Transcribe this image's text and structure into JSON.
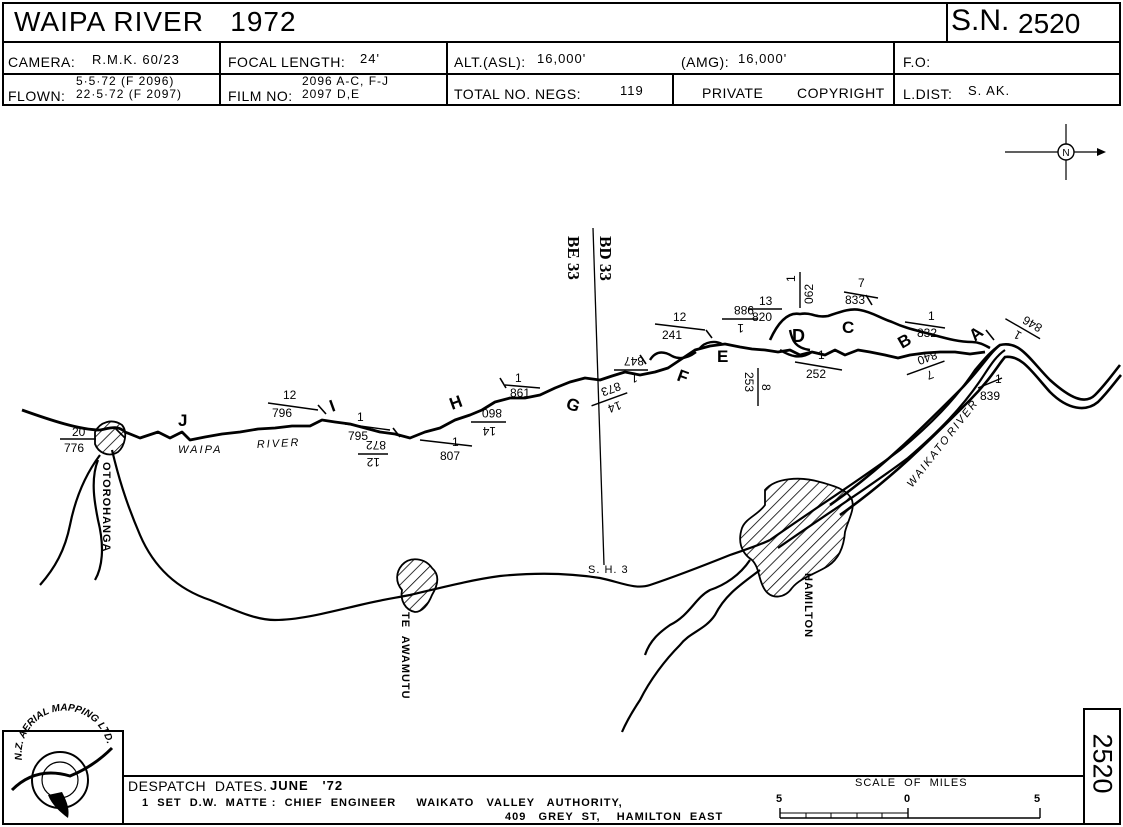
{
  "header": {
    "title": "WAIPA RIVER   1972",
    "sn_label": "S.N.",
    "sn_value": "2520",
    "camera_label": "CAMERA:",
    "camera_value": "R.M.K. 60/23",
    "focal_label": "FOCAL  LENGTH:",
    "focal_value": "24'",
    "alt_label": "ALT.(ASL):",
    "alt_value": "16,000'",
    "amg_label": "(AMG):",
    "amg_value": "16,000'",
    "fo_label": "F.O:",
    "flown_label": "FLOWN:",
    "flown_line1": "5·5·72  (F 2096)",
    "flown_line2": "22·5·72  (F 2097)",
    "film_label": "FILM  NO:",
    "film_line1": "2096 A-C, F-J",
    "film_line2": "2097 D,E",
    "negs_label": "TOTAL  NO.  NEGS:",
    "negs_value": "119",
    "private_label": "PRIVATE",
    "copyright_label": "COPYRIGHT",
    "ldist_label": "L.DIST:",
    "ldist_value": "S. AK."
  },
  "map": {
    "grid_labels": [
      "BD 33",
      "BE 33"
    ],
    "river_labels": [
      "WAIPA",
      "RIVER",
      "WAIKATO",
      "RIVER"
    ],
    "towns": [
      "OTOROHANGA",
      "TE  AWAMUTU",
      "HAMILTON"
    ],
    "road": "S. H. 3",
    "run_letters": [
      "A",
      "B",
      "C",
      "D",
      "E",
      "F",
      "G",
      "H",
      "I",
      "J"
    ],
    "photo_numbers": [
      {
        "top": "20",
        "bottom": "776"
      },
      {
        "top": "12",
        "bottom": "796"
      },
      {
        "top": "1",
        "bottom": "795"
      },
      {
        "top": "12",
        "bottom": "872"
      },
      {
        "top": "1",
        "bottom": "807"
      },
      {
        "top": "14",
        "bottom": "860"
      },
      {
        "top": "1",
        "bottom": "861"
      },
      {
        "top": "14",
        "bottom": "873"
      },
      {
        "top": "1",
        "bottom": "847"
      },
      {
        "top": "12",
        "bottom": "241"
      },
      {
        "top": "1",
        "bottom": "988"
      },
      {
        "top": "13",
        "bottom": "820"
      },
      {
        "top": "1",
        "bottom": "062"
      },
      {
        "top": "7",
        "bottom": "833"
      },
      {
        "top": "1",
        "bottom": "832"
      },
      {
        "top": "8",
        "bottom": "253"
      },
      {
        "top": "1",
        "bottom": "252"
      },
      {
        "top": "7",
        "bottom": "840"
      },
      {
        "top": "1",
        "bottom": "846"
      },
      {
        "top": "1",
        "bottom": "839"
      }
    ],
    "compass": "N"
  },
  "footer": {
    "despatch_label": "DESPATCH  DATES.",
    "despatch_value": "JUNE   '72",
    "line1": "1  SET  D.W.  MATTE :  CHIEF  ENGINEER     WAIKATO   VALLEY   AUTHORITY,",
    "line2": "409   GREY  ST,    HAMILTON  EAST",
    "scale_label": "SCALE  OF  MILES",
    "scale_ticks": [
      "5",
      "0",
      "5"
    ],
    "side_number": "2520",
    "logo_text": "N.Z. AERIAL MAPPING LTD."
  }
}
